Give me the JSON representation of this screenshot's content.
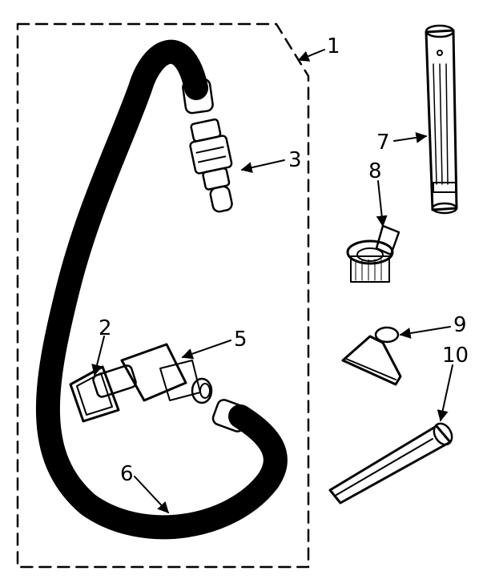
{
  "callouts": {
    "c1": "1",
    "c2": "2",
    "c3": "3",
    "c5": "5",
    "c6": "6",
    "c7": "7",
    "c8": "8",
    "c9": "9",
    "c10": "10"
  },
  "colors": {
    "ink": "#000000",
    "paper": "#ffffff"
  }
}
